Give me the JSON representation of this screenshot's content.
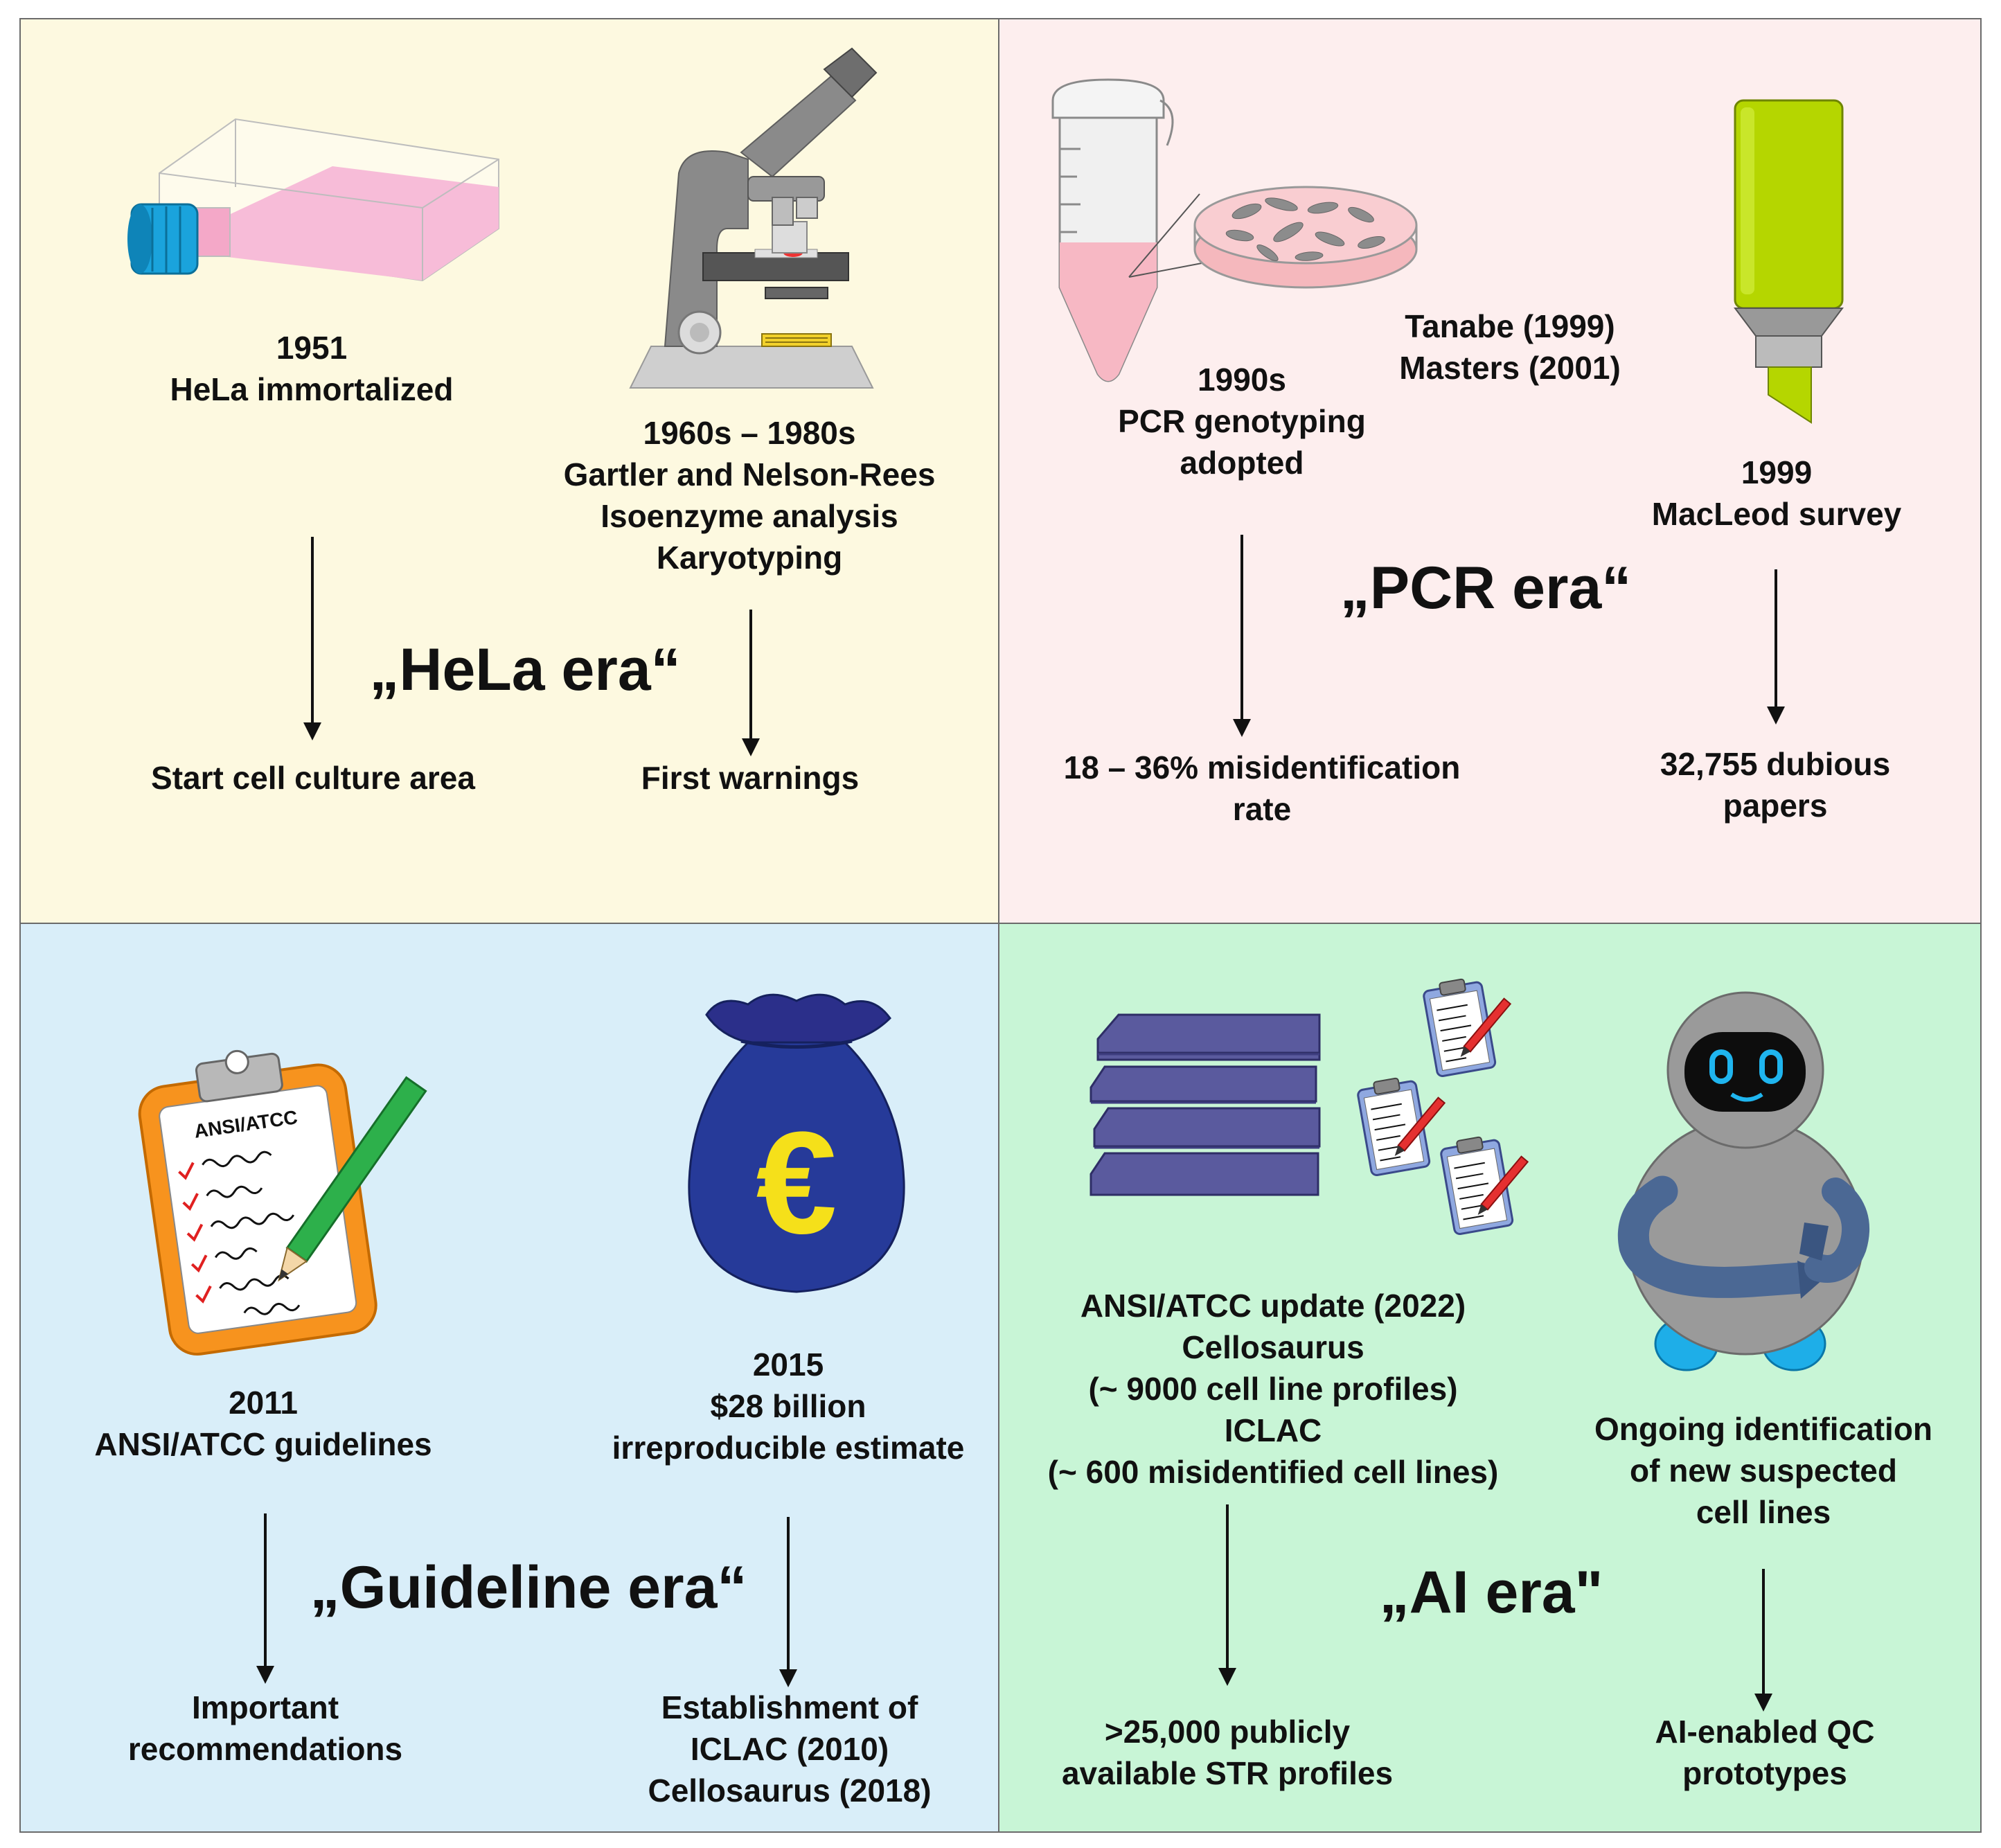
{
  "quadrants": {
    "hela": {
      "era": "„HeLa era“",
      "event1": [
        "1951",
        "HeLa immortalized"
      ],
      "result1": [
        "Start cell culture area"
      ],
      "event2": [
        "1960s – 1980s",
        "Gartler and Nelson-Rees",
        "Isoenzyme analysis",
        "Karyotyping"
      ],
      "result2": [
        "First warnings"
      ]
    },
    "pcr": {
      "era": "„PCR era“",
      "event1": [
        "1990s",
        "PCR genotyping",
        "adopted"
      ],
      "refs": [
        "Tanabe (1999)",
        "Masters (2001)"
      ],
      "result1": [
        "18 – 36% misidentification",
        "rate"
      ],
      "event2": [
        "1999",
        "MacLeod survey"
      ],
      "result2": [
        "32,755 dubious",
        "papers"
      ]
    },
    "guideline": {
      "era": "„Guideline era“",
      "event1": [
        "2011",
        "ANSI/ATCC guidelines"
      ],
      "result1": [
        "Important",
        "recommendations"
      ],
      "event2": [
        "2015",
        "$28 billion",
        "irreproducible estimate"
      ],
      "result2": [
        "Establishment of",
        "ICLAC (2010)",
        "Cellosaurus (2018)"
      ],
      "clipboard_label": "ANSI/ATCC",
      "money_symbol": "€"
    },
    "ai": {
      "era": "„AI era\"",
      "event1": [
        "ANSI/ATCC update (2022)",
        "Cellosaurus",
        "(~ 9000 cell line profiles)",
        "ICLAC",
        "(~ 600 misidentified cell lines)"
      ],
      "result1": [
        ">25,000 publicly",
        "available STR profiles"
      ],
      "event2": [
        "Ongoing identification",
        "of new suspected",
        "cell lines"
      ],
      "result2": [
        "AI-enabled QC",
        "prototypes"
      ]
    }
  },
  "colors": {
    "hela_bg": "#fdf9e0",
    "pcr_bg": "#fdeeee",
    "guideline_bg": "#d9eef9",
    "ai_bg": "#c8f5d6"
  },
  "icons": [
    "cell-culture-flask-icon",
    "microscope-icon",
    "pcr-tube-icon",
    "petri-dish-icon",
    "highlighter-icon",
    "clipboard-icon",
    "money-bag-icon",
    "database-stack-icon",
    "robot-icon"
  ]
}
